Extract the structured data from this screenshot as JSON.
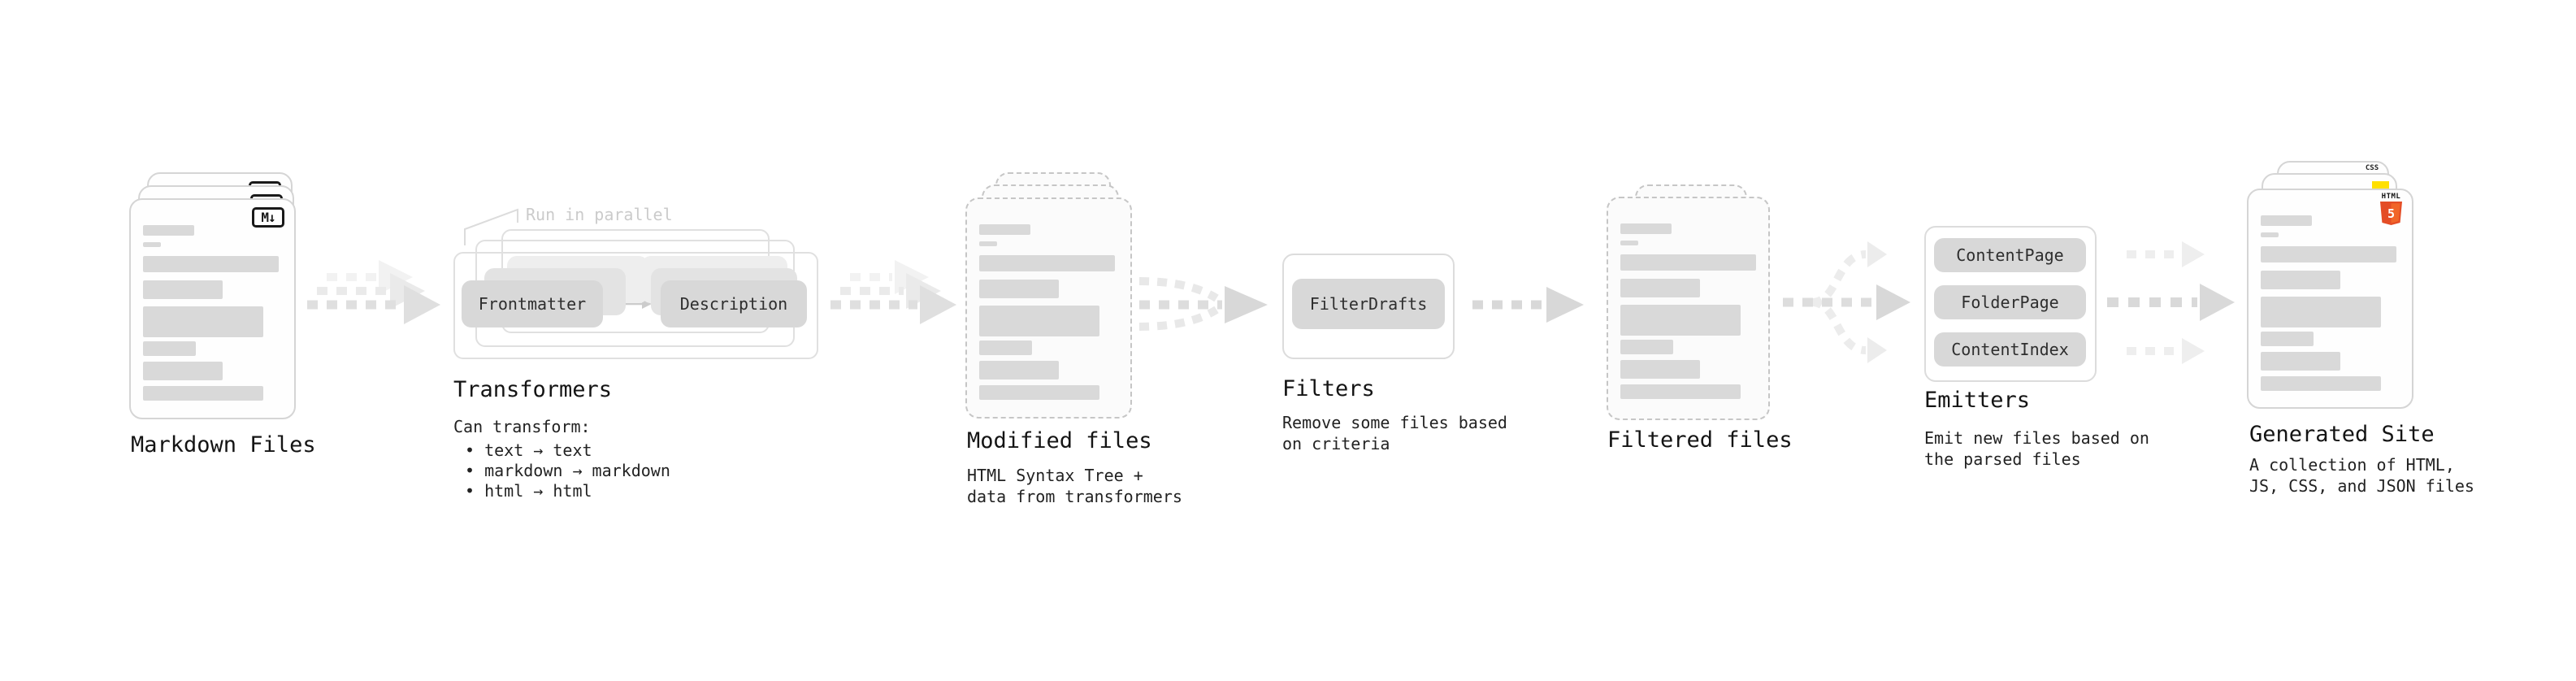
{
  "markdown_files": {
    "heading": "Markdown Files",
    "badge": "M↓"
  },
  "transformers": {
    "callout": "Run in parallel",
    "pills": [
      "Frontmatter",
      "Description"
    ],
    "heading": "Transformers",
    "intro": "Can transform:",
    "bullets": [
      "• text → text",
      "• markdown → markdown",
      "• html → html"
    ]
  },
  "modified_files": {
    "heading": "Modified files",
    "subtitle": "HTML Syntax Tree +\ndata from transformers"
  },
  "filters": {
    "pill": "FilterDrafts",
    "heading": "Filters",
    "subtitle": "Remove some files based\non criteria"
  },
  "filtered_files": {
    "heading": "Filtered files"
  },
  "emitters": {
    "pills": [
      "ContentPage",
      "FolderPage",
      "ContentIndex"
    ],
    "heading": "Emitters",
    "subtitle": "Emit new files based on\nthe parsed files"
  },
  "generated_site": {
    "heading": "Generated Site",
    "subtitle": "A collection of HTML,\nJS, CSS, and JSON files",
    "badges": {
      "css": "CSS",
      "html_word": "HTML",
      "html_number": "5"
    }
  },
  "colors": {
    "pill_gray": "#d8d8d8",
    "bar_gray": "#d9d9d9",
    "card_border": "#d5d5d5",
    "dashed_border": "#c6c6c6",
    "arrow_gray": "#d9d9d9",
    "html5_orange": "#e44d26",
    "html5_orange_light": "#f16529",
    "css_blue": "#2f6bed",
    "js_yellow": "#ffe000"
  }
}
